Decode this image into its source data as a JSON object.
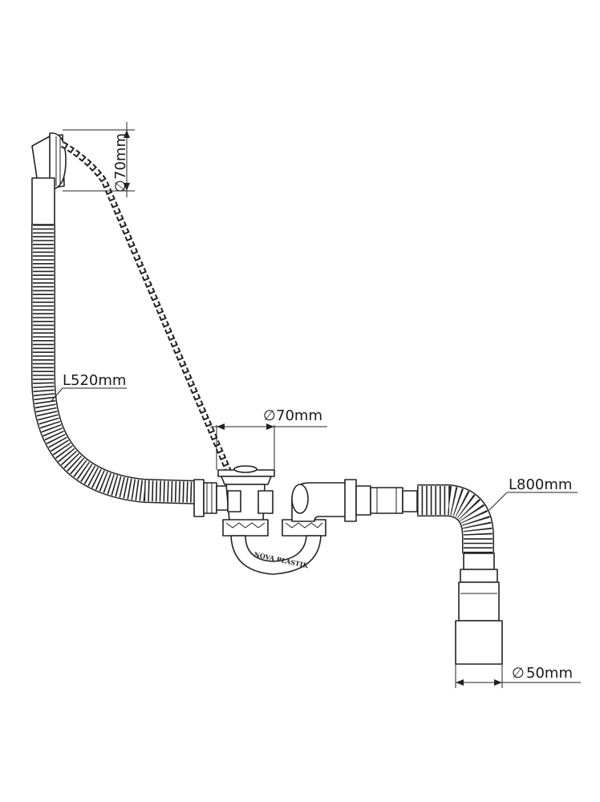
{
  "labels": {
    "overflow_diameter": "70mm",
    "overflow_hose_length": "L520mm",
    "drain_diameter": "70mm",
    "outlet_hose_length": "L800mm",
    "outlet_diameter": "50mm",
    "brand_mark": "NOVA PLASTIK"
  },
  "symbols": {
    "diameter": "∅"
  },
  "colors": {
    "line": "#222222",
    "background": "#ffffff"
  }
}
